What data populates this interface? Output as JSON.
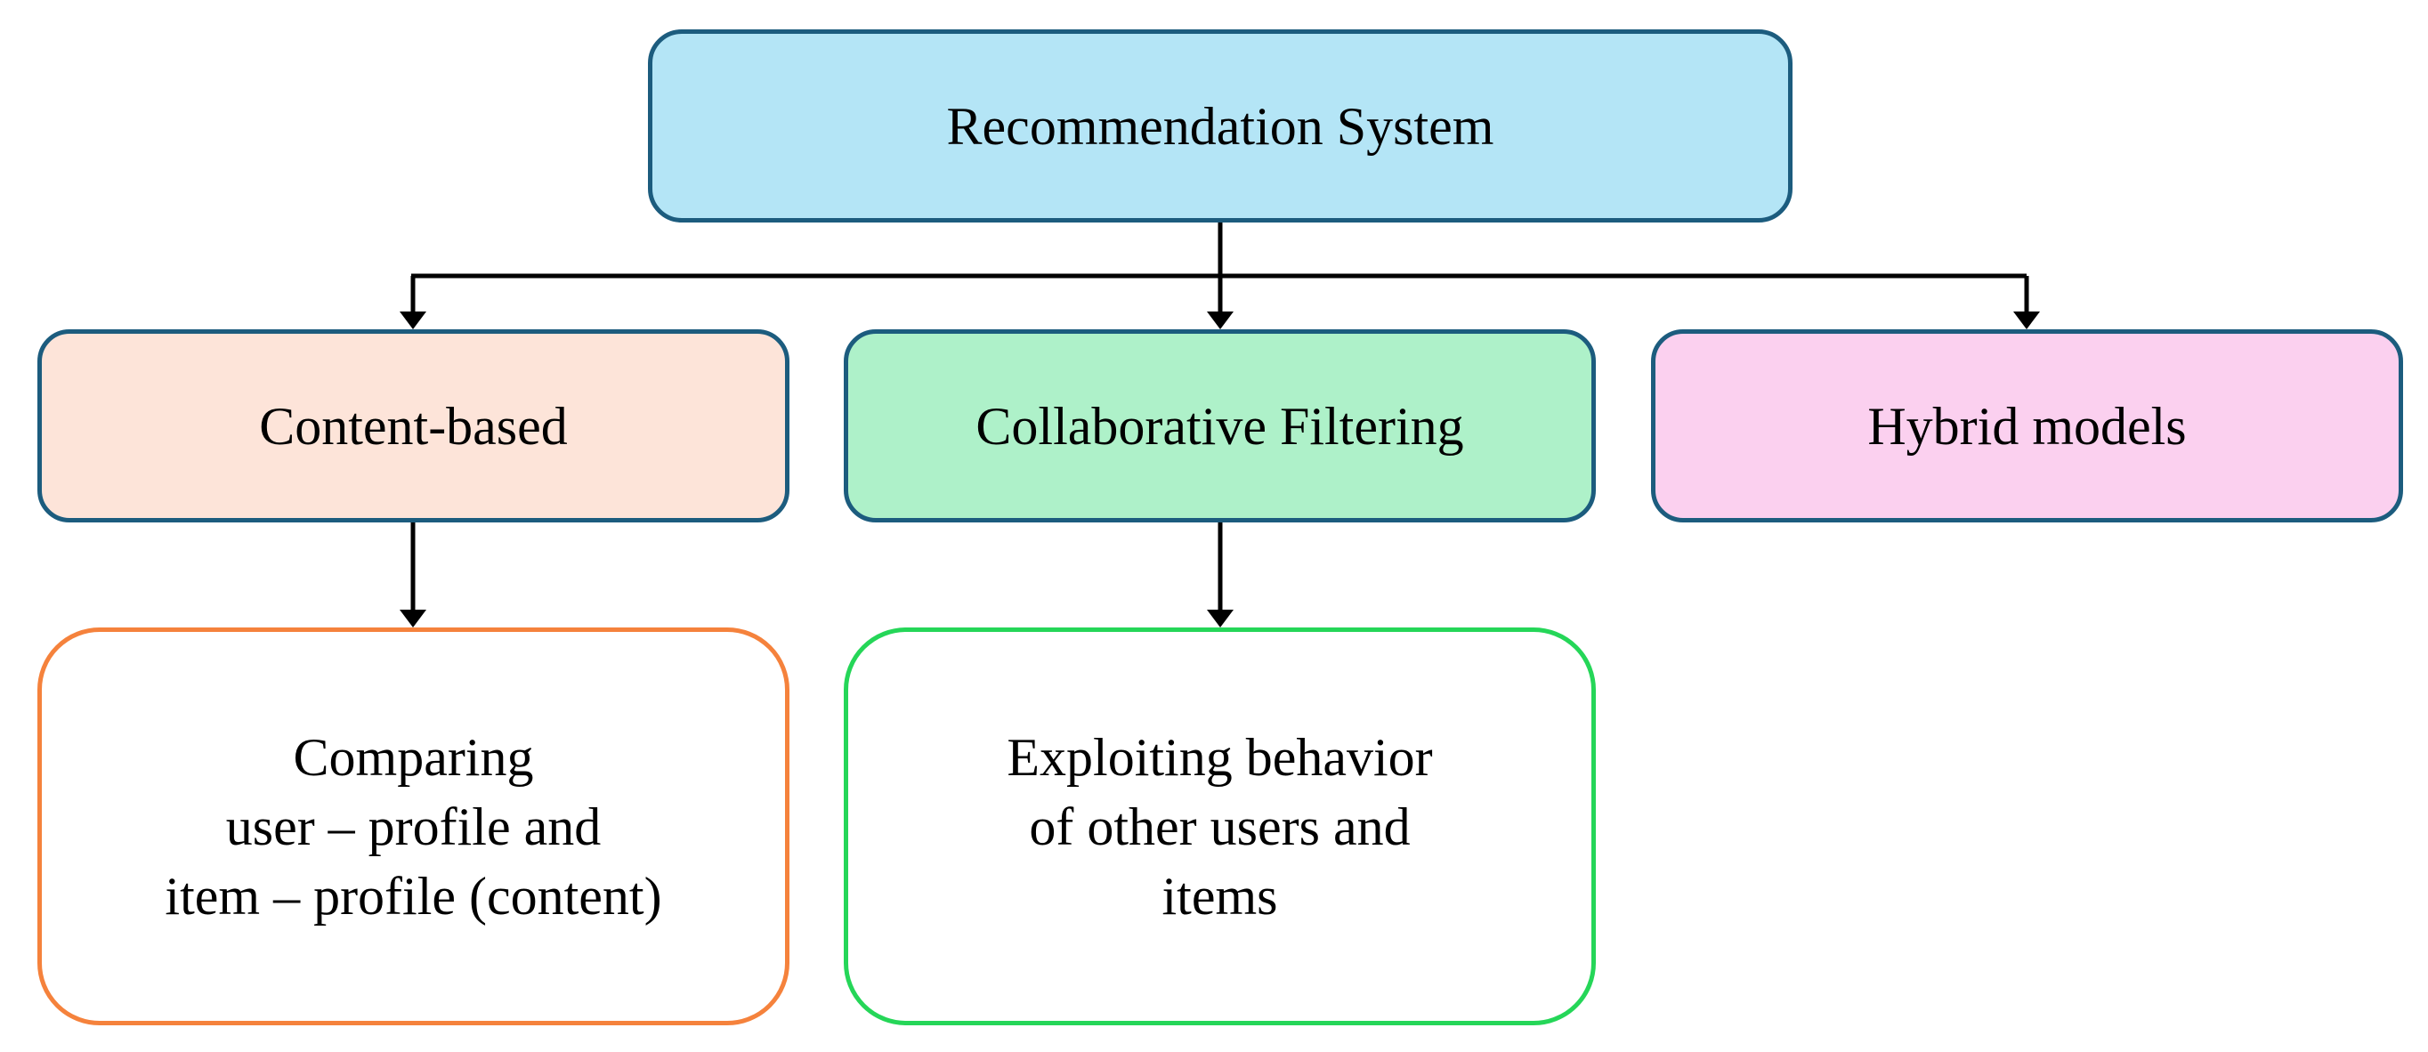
{
  "nodes": {
    "root": {
      "label": "Recommendation System"
    },
    "content_based": {
      "label": "Content-based"
    },
    "collaborative": {
      "label": "Collaborative Filtering"
    },
    "hybrid": {
      "label": "Hybrid models"
    },
    "content_based_desc": {
      "label": "Comparing\nuser – profile and\nitem – profile (content)"
    },
    "collaborative_desc": {
      "label": "Exploiting behavior\nof other users and\nitems"
    }
  },
  "colors": {
    "root_fill": "#b4e5f6",
    "content_based_fill": "#fde4d9",
    "collaborative_fill": "#aef1c9",
    "hybrid_fill": "#fbd0ef",
    "primary_border": "#1c5c7e",
    "content_desc_border": "#f5823c",
    "collab_desc_border": "#25d658",
    "connector": "#000000"
  }
}
